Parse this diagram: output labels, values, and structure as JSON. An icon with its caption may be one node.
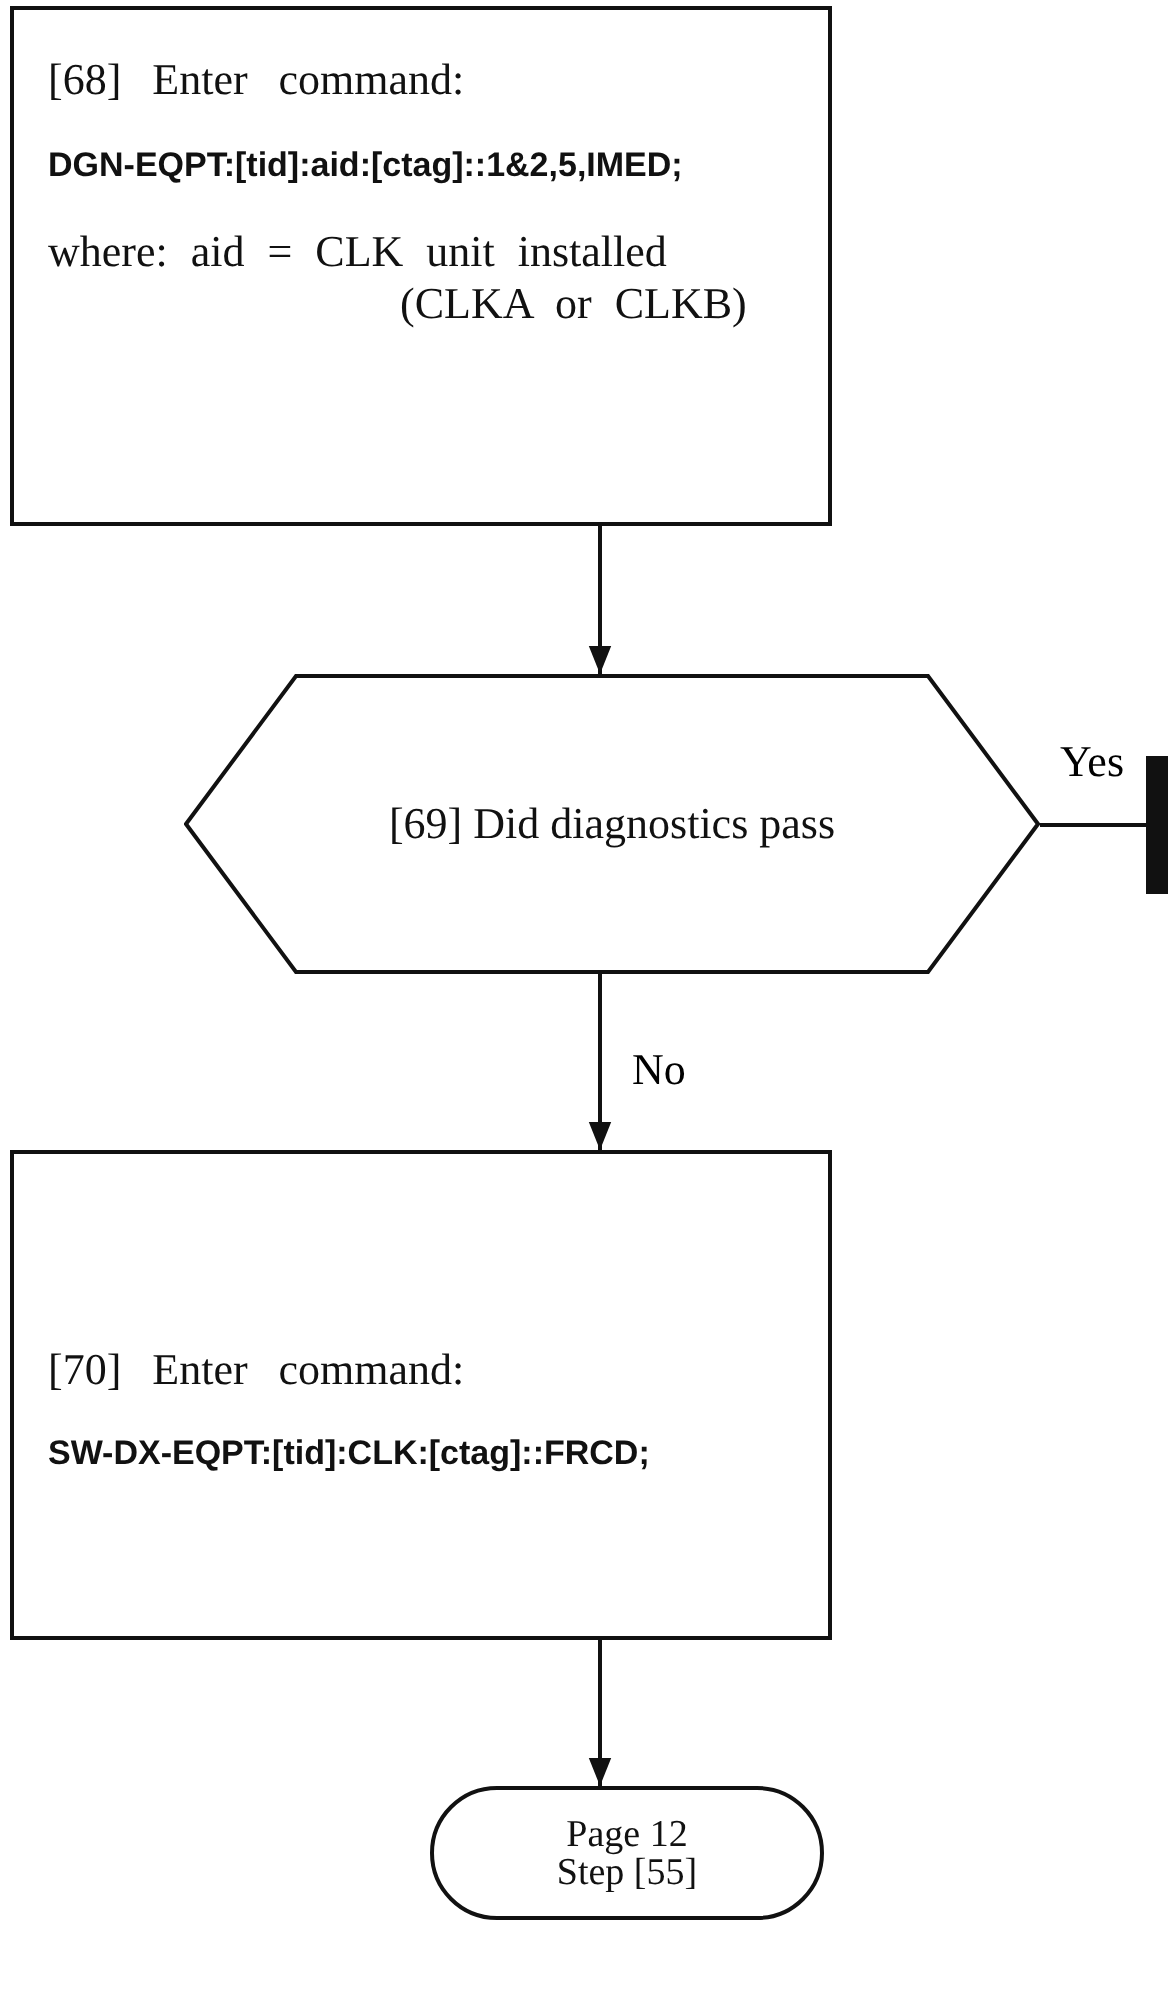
{
  "diagram": {
    "nodes": [
      {
        "text": [
          "[68] Enter command:",
          "DGN-EQPT:[tid]:aid:[ctag]::1&2,5,IMED;",
          "where: aid = CLK unit installed (CLKA or CLKB)"
        ]
      },
      {
        "text": [
          "[69] Did diagnostics pass"
        ]
      },
      {
        "text": [],
        "shape": "bar"
      },
      {
        "text": [
          "[70] Enter command:",
          "SW-DX-EQPT:[tid]:CLK:[ctag]::FRCD;"
        ]
      },
      {
        "text": [
          "Page 12 Step [55]"
        ]
      }
    ],
    "edges": [
      {
        "from": 0,
        "to": 1,
        "arrow": "to"
      },
      {
        "from": 1,
        "to": 2,
        "label": "Yes",
        "arrow": "none"
      },
      {
        "from": 1,
        "to": 3,
        "label": "No",
        "arrow": "to"
      },
      {
        "from": 3,
        "to": 4,
        "arrow": "to"
      }
    ]
  }
}
